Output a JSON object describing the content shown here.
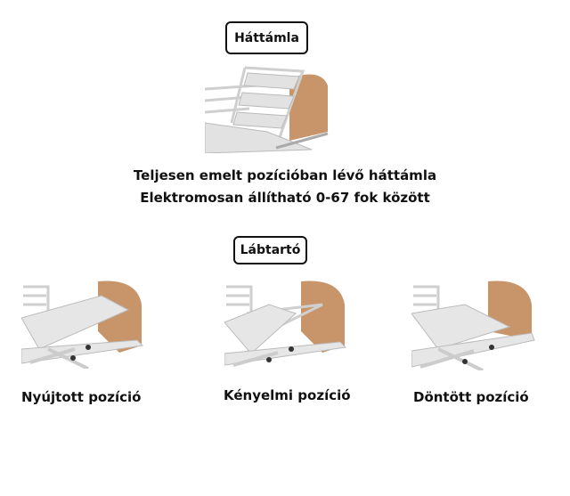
{
  "backrest": {
    "heading": "Háttámla",
    "description_line1": "Teljesen emelt pozícióban lévő háttámla",
    "description_line2": "Elektromosan állítható 0-67 fok között"
  },
  "footrest": {
    "heading": "Lábtartó",
    "positions": [
      {
        "label": "Nyújtott pozíció"
      },
      {
        "label": "Kényelmi pozíció"
      },
      {
        "label": "Döntött pozíció"
      }
    ]
  },
  "colors": {
    "headboard": "#c8956a",
    "frame": "#d8d8d8"
  }
}
